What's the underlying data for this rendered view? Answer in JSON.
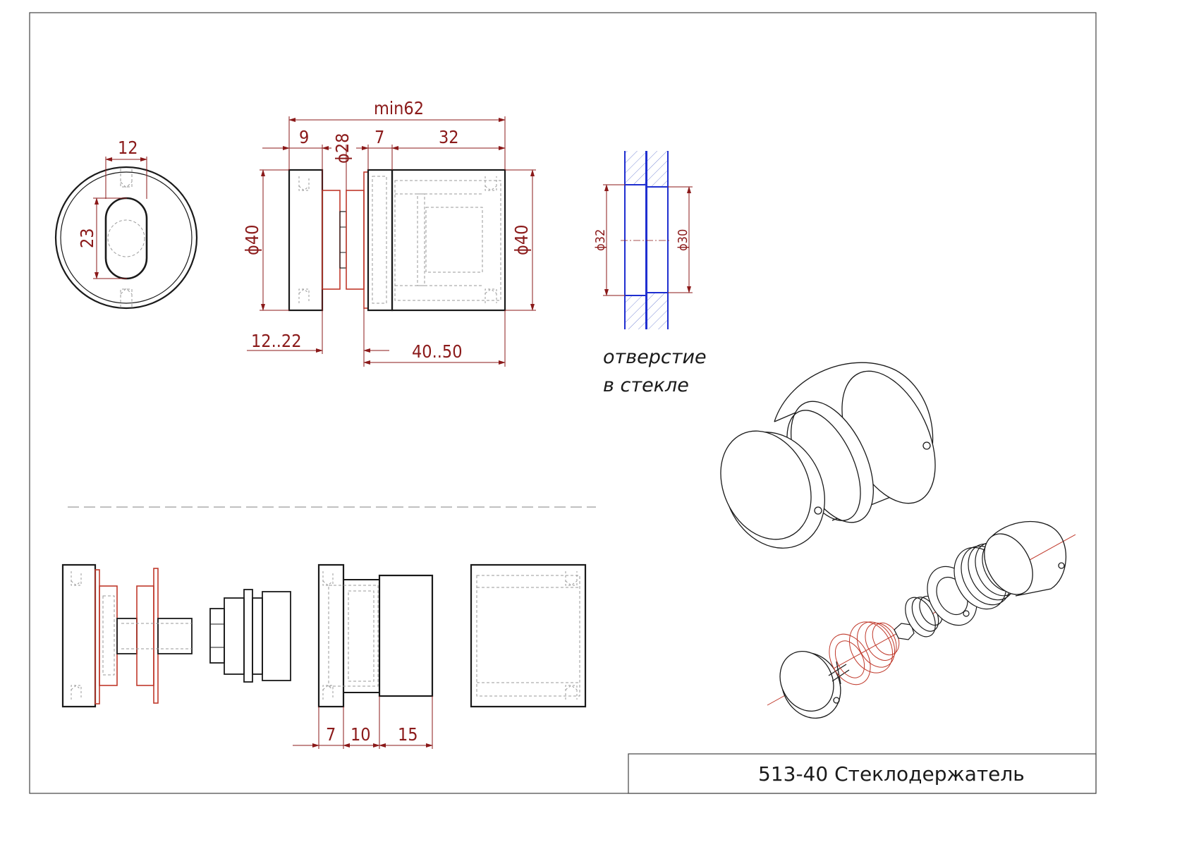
{
  "colors": {
    "outline": "#1a1a1a",
    "dimension": "#8b1a1a",
    "hidden": "#8a8a8a",
    "part_red": "#c0392b",
    "glass": "#1f2fd0",
    "hatch": "#7f8fd8"
  },
  "front_view": {
    "dim_width": "12",
    "dim_height": "23"
  },
  "side_view": {
    "dim_total": "min62",
    "dim_cap": "9",
    "dim_washer_dia": "ϕ28",
    "dim_flange": "7",
    "dim_body": "32",
    "dim_left_dia": "ϕ40",
    "dim_right_dia": "ϕ40",
    "dim_glass_range": "12..22",
    "dim_wall_range": "40..50"
  },
  "glass_section": {
    "dim_outer": "ϕ32",
    "dim_inner": "ϕ30",
    "note_line1": "отверстие",
    "note_line2": "в стекле"
  },
  "exploded_view": {
    "dim_a": "7",
    "dim_b": "10",
    "dim_c": "15"
  },
  "title_block": {
    "title": "513-40 Стеклодержатель"
  }
}
